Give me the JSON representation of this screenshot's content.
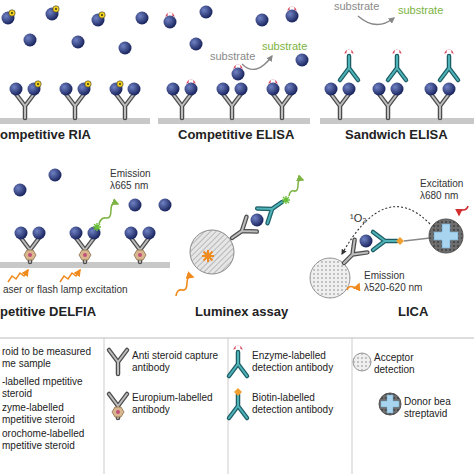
{
  "diagram": {
    "labels": [
      "ompetitive RIA",
      "Competitive ELISA",
      "Sandwich ELISA",
      "substrate",
      "substrate",
      "substrate",
      "substrate",
      "Emission λ665 nm",
      "aser or flash lamp excitation",
      "petitive DELFIA",
      "Luminex assay",
      "Excitation λ680 nm",
      "¹O₂",
      "Emission λ520-620 nm",
      "LICA"
    ],
    "legend": [
      {
        "text": "roid to be measured me sample"
      },
      {
        "text": "-labelled mpetitive steroid"
      },
      {
        "text": "zyme-labelled mpetitive steroid"
      },
      {
        "text": "orochome-labelled mpetitive steroid"
      },
      {
        "text": "Anti steroid capture antibody"
      },
      {
        "text": "Europium-labelled antibody"
      },
      {
        "text": "Enzyme-labelled detection antibody"
      },
      {
        "text": "Biotin-labelled detection antibody"
      },
      {
        "text": "Acceptor detection"
      },
      {
        "text": "Donor bea streptavid"
      }
    ]
  }
}
